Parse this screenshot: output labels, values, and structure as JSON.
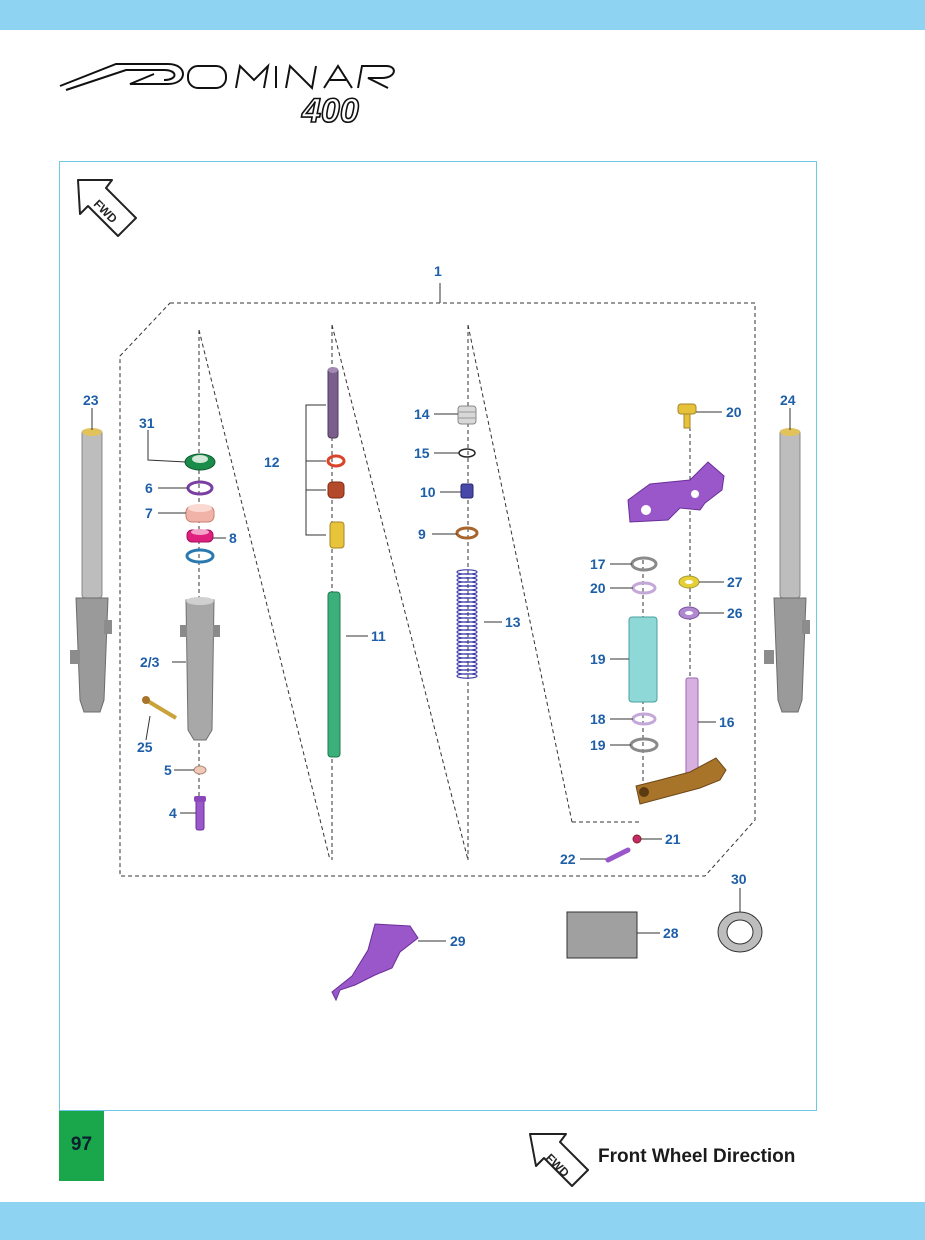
{
  "header": {
    "logo_text": "DOMINAR 400"
  },
  "fwd_icon_label": "FWD",
  "page_number": "97",
  "legend": {
    "icon_label": "FWD",
    "text": "Front Wheel Direction"
  },
  "callouts": {
    "c1": "1",
    "c23": "23",
    "c24": "24",
    "c31": "31",
    "c6": "6",
    "c7": "7",
    "c8": "8",
    "c2_3": "2/3",
    "c25": "25",
    "c5": "5",
    "c4": "4",
    "c12": "12",
    "c11": "11",
    "c14": "14",
    "c15": "15",
    "c10": "10",
    "c9": "9",
    "c13": "13",
    "c20a": "20",
    "c17": "17",
    "c20b": "20",
    "c27": "27",
    "c26": "26",
    "c19a": "19",
    "c18": "18",
    "c16": "16",
    "c19b": "19",
    "c21": "21",
    "c22": "22",
    "c30": "30",
    "c29": "29",
    "c28": "28"
  },
  "colors": {
    "band": "#8fd3f2",
    "frame": "#6fc8e8",
    "page_tab": "#1aa64a",
    "callout": "#1e5fa8",
    "fork_tube": "#b5b5b5",
    "seal_green": "#1a8c4a",
    "damper_rod": "#3bb07a",
    "spring": "#3a3aa8",
    "bracket_purple": "#9a57c9",
    "bracket_brown": "#a8742a",
    "cap_yellow": "#e6c23a",
    "block_gray": "#9e9e9e"
  }
}
